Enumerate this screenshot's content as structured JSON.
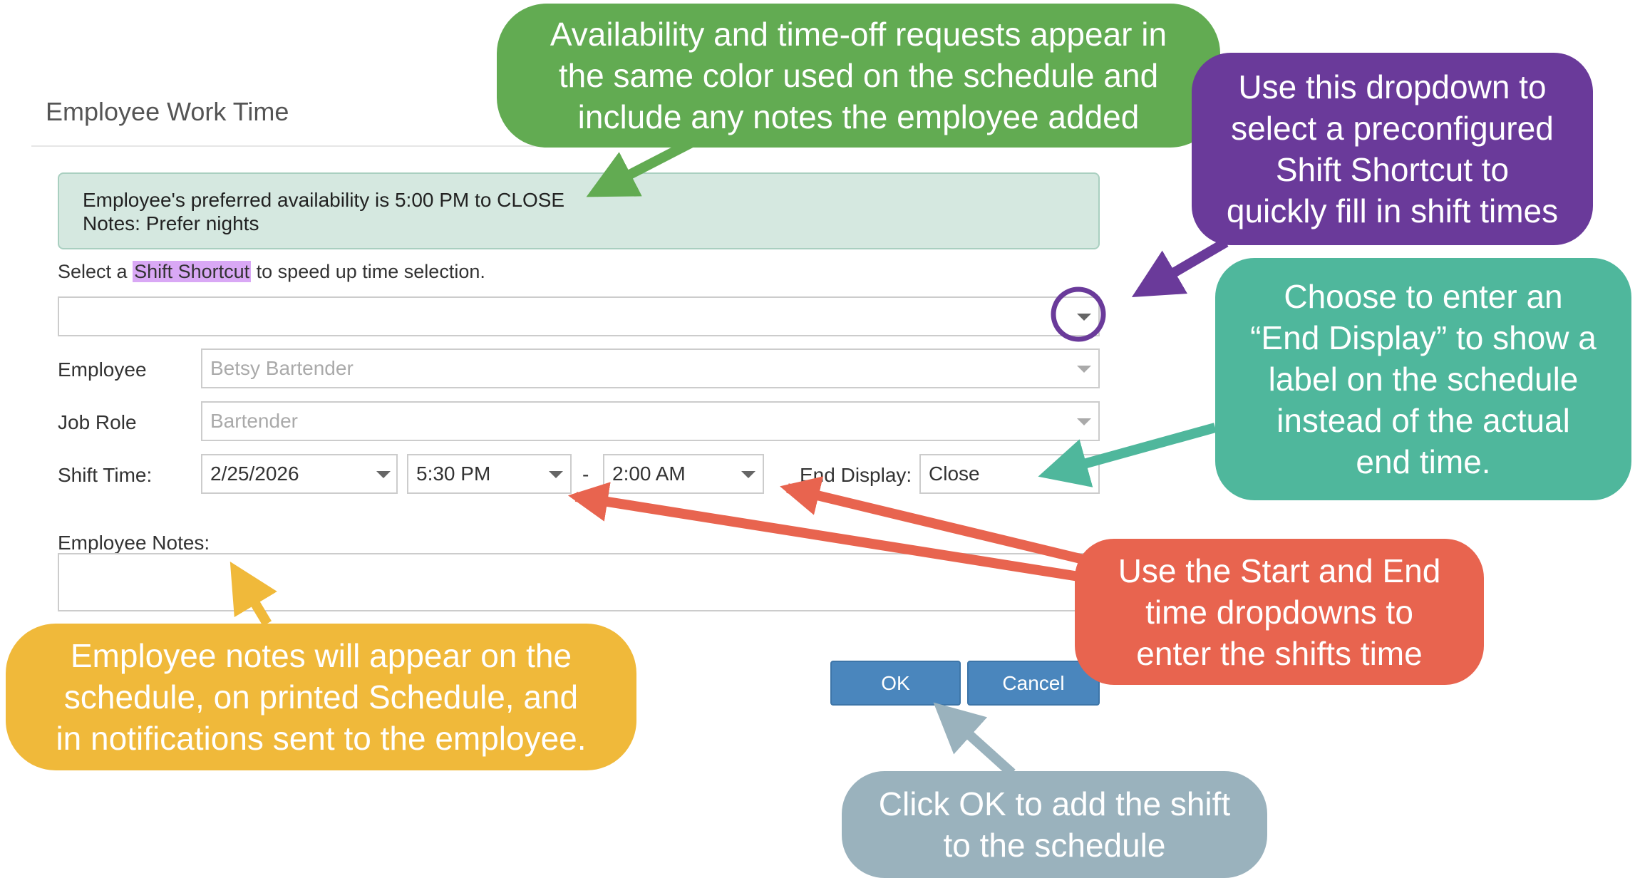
{
  "dialog": {
    "title": "Employee Work Time",
    "availability": {
      "line1": "Employee's preferred availability is 5:00 PM to CLOSE",
      "line2": "Notes: Prefer nights"
    },
    "shortcut_hint": {
      "before": "Select a ",
      "highlight": "Shift Shortcut",
      "after": " to speed up time selection."
    },
    "shortcut_value": "",
    "employee": {
      "label": "Employee",
      "value": "Betsy Bartender"
    },
    "job_role": {
      "label": "Job Role",
      "value": "Bartender"
    },
    "shift_time": {
      "label": "Shift Time:",
      "date": "2/25/2026",
      "start": "5:30 PM",
      "separator": "-",
      "end": "2:00 AM",
      "end_display_label": "End Display:",
      "end_display_value": "Close"
    },
    "notes_label": "Employee Notes:",
    "notes_value": "",
    "ok_label": "OK",
    "cancel_label": "Cancel"
  },
  "callouts": {
    "green": {
      "color": "#62ab52",
      "lines": [
        "Availability and time-off requests appear in",
        "the same color used on the schedule and",
        "include any notes the employee added"
      ]
    },
    "purple": {
      "color": "#6a3a9a",
      "lines": [
        "Use this dropdown to",
        "select a preconfigured",
        "Shift Shortcut to",
        "quickly fill in shift times"
      ]
    },
    "teal": {
      "color": "#4fb79c",
      "lines": [
        "Choose to enter an",
        "“End Display” to show a",
        "label on the schedule",
        "instead of the actual",
        "end time."
      ]
    },
    "red": {
      "color": "#e8644f",
      "lines": [
        "Use the Start and End",
        "time dropdowns to",
        "enter the shifts time"
      ]
    },
    "yellow": {
      "color": "#f0b93a",
      "lines": [
        "Employee notes will appear on the",
        "schedule, on printed Schedule, and",
        "in notifications sent to the employee."
      ]
    },
    "gray": {
      "color": "#9ab2bd",
      "lines": [
        "Click OK to add the shift",
        "to the schedule"
      ]
    }
  }
}
